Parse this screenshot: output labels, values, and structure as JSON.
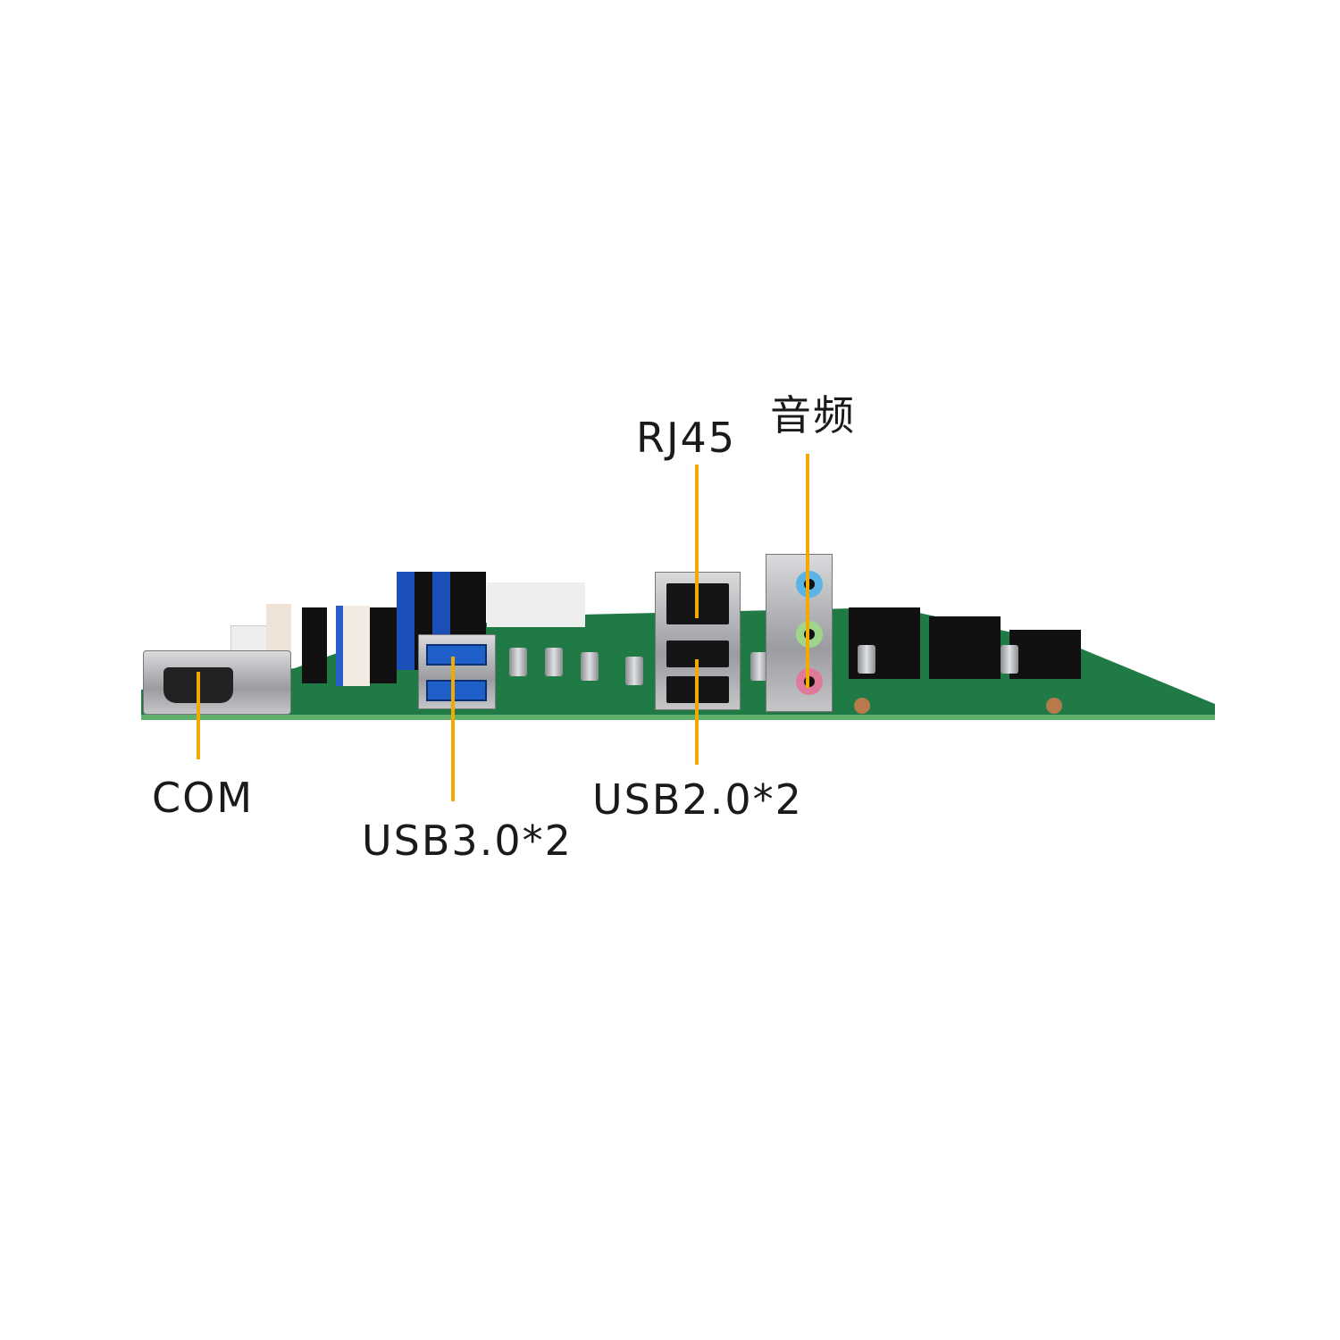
{
  "labels": {
    "com": "COM",
    "usb3": "USB3.0*2",
    "rj45": "RJ45",
    "usb2": "USB2.0*2",
    "audio": "音频"
  },
  "colors": {
    "leader_line": "#f2a900",
    "pcb": "#1f7a45",
    "audio_blue": "#5ab4e6",
    "audio_green": "#9fd68a",
    "audio_pink": "#e07a9a",
    "usb3_blue": "#1f5fc9"
  }
}
